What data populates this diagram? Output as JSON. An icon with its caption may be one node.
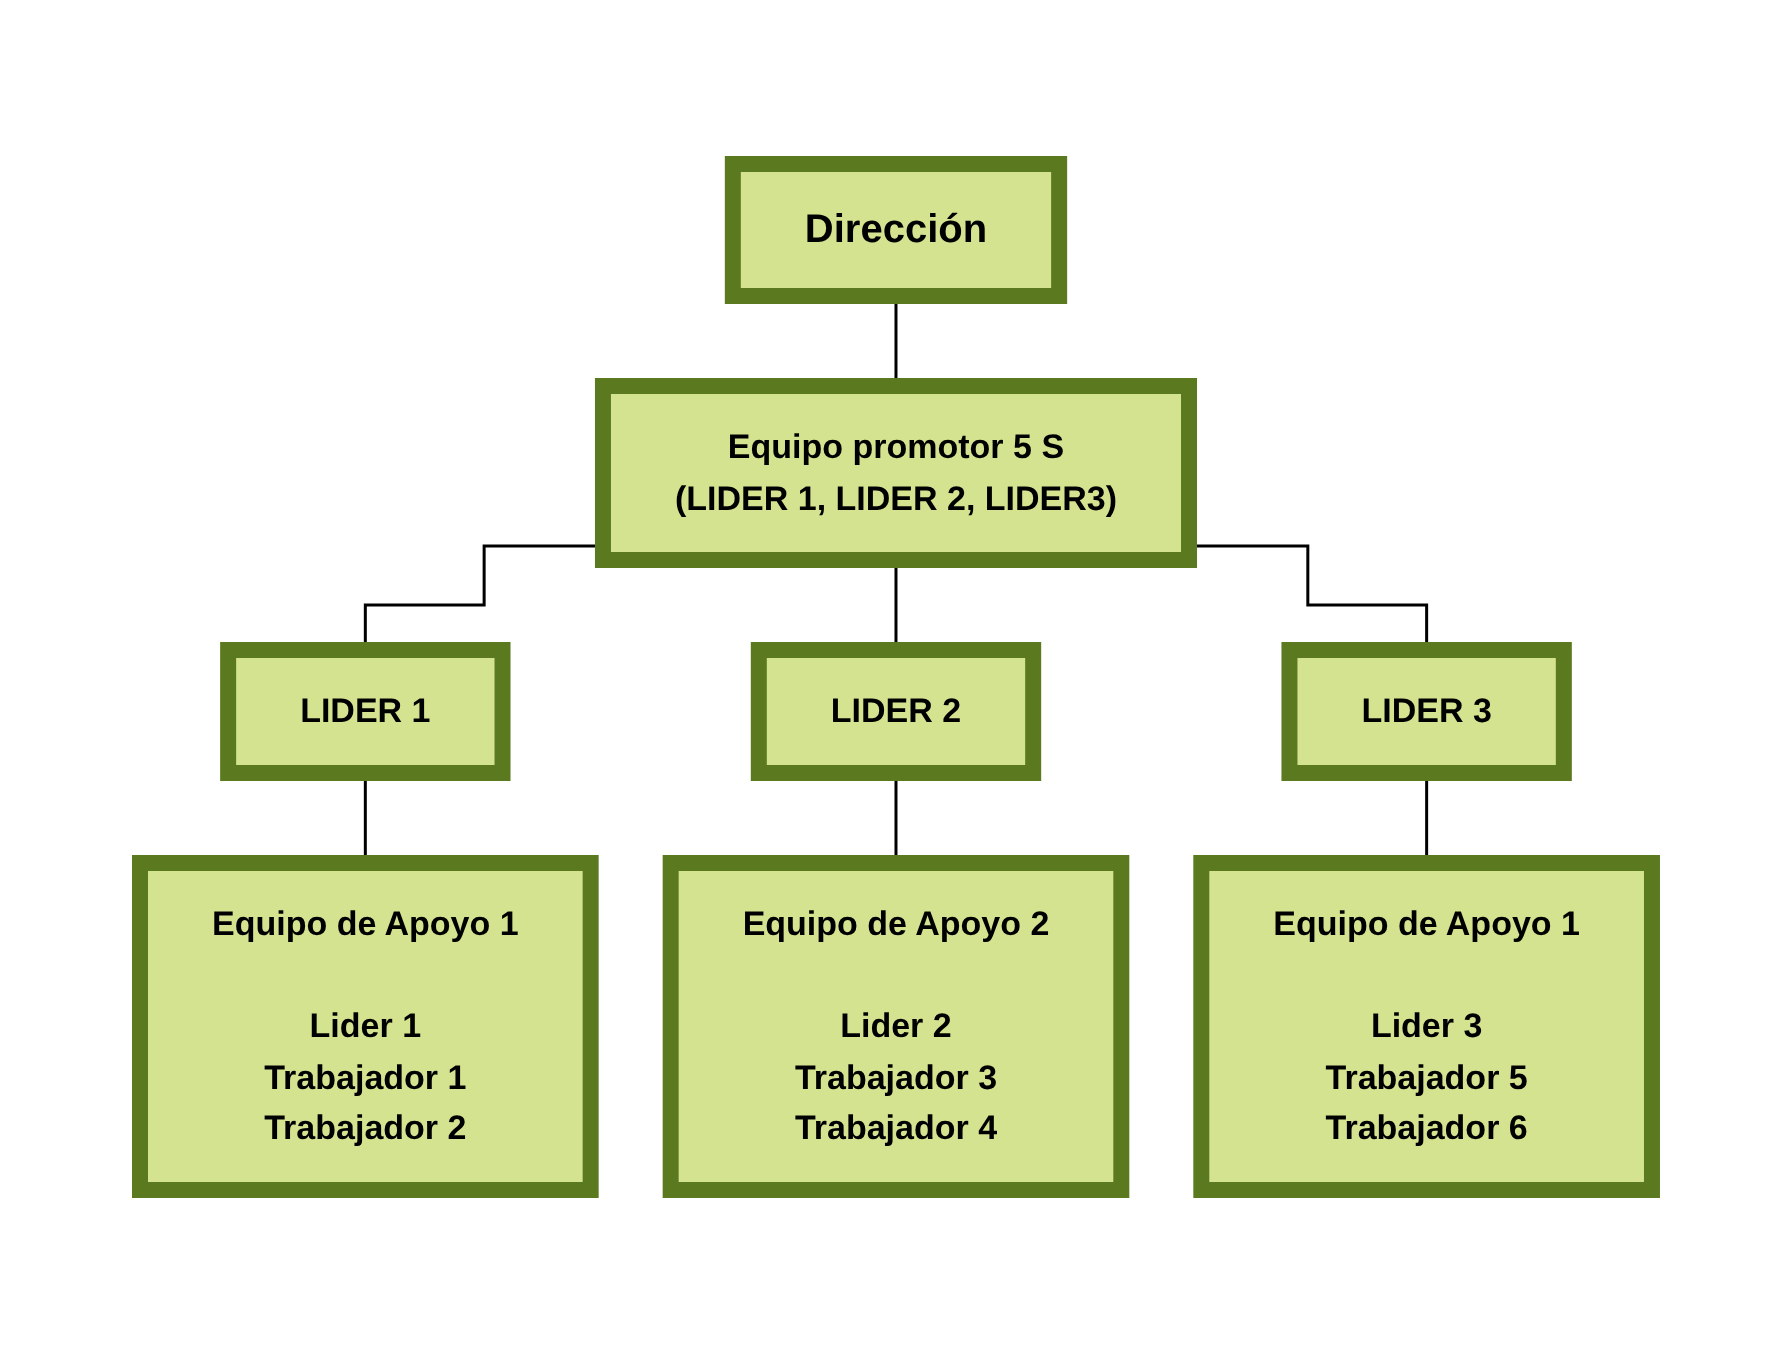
{
  "diagram": {
    "nodes": [
      {
        "text": [
          "Dirección"
        ]
      },
      {
        "text": [
          "Equipo promotor 5 S",
          "(LIDER 1, LIDER 2, LIDER3)"
        ]
      },
      {
        "text": [
          "LIDER 1"
        ]
      },
      {
        "text": [
          "LIDER 2"
        ]
      },
      {
        "text": [
          "LIDER 3"
        ]
      },
      {
        "text": [
          "Equipo de Apoyo 1",
          "Lider 1",
          "Trabajador 1",
          "Trabajador 2"
        ]
      },
      {
        "text": [
          "Equipo de Apoyo 2",
          "Lider 2",
          "Trabajador 3",
          "Trabajador 4"
        ]
      },
      {
        "text": [
          "Equipo de Apoyo 1",
          "Lider 3",
          "Trabajador 5",
          "Trabajador 6"
        ]
      }
    ],
    "edges": [
      {
        "from": 0,
        "to": 1,
        "arrow": "none"
      },
      {
        "from": 1,
        "to": 2,
        "arrow": "none"
      },
      {
        "from": 1,
        "to": 3,
        "arrow": "none"
      },
      {
        "from": 1,
        "to": 4,
        "arrow": "none"
      },
      {
        "from": 2,
        "to": 5,
        "arrow": "none"
      },
      {
        "from": 3,
        "to": 6,
        "arrow": "none"
      },
      {
        "from": 4,
        "to": 7,
        "arrow": "none"
      }
    ]
  }
}
